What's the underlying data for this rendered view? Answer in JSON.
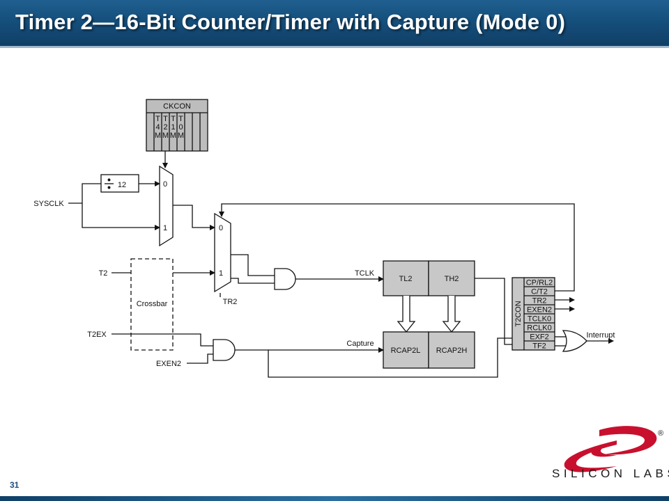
{
  "slide": {
    "title": "Timer 2—16-Bit Counter/Timer with Capture (Mode 0)",
    "page_number": "31"
  },
  "diagram": {
    "ckcon": {
      "title": "CKCON",
      "bits": [
        "T\n4\nM",
        "T\n2\nM",
        "T\n1\nM",
        "T\n0\nM"
      ]
    },
    "divider_label": "12",
    "mux1": {
      "in0": "0",
      "in1": "1"
    },
    "mux2": {
      "in0": "0",
      "in1": "1"
    },
    "inputs": {
      "sysclk": "SYSCLK",
      "t2": "T2",
      "t2ex": "T2EX",
      "exen2": "EXEN2",
      "tr2": "TR2"
    },
    "crossbar_label": "Crossbar",
    "tclk_label": "TCLK",
    "capture_label": "Capture",
    "registers": {
      "tl2": "TL2",
      "th2": "TH2",
      "rcap2l": "RCAP2L",
      "rcap2h": "RCAP2H"
    },
    "t2con": {
      "title": "T2CON",
      "bits": [
        "CP/RL2",
        "C/T2",
        "TR2",
        "EXEN2",
        "TCLK0",
        "RCLK0",
        "EXF2",
        "TF2"
      ]
    },
    "interrupt_label": "Interrupt"
  },
  "logo": {
    "registered_mark": "®",
    "wordmark": "SILICON LABS"
  },
  "colors": {
    "title_bar": "#154f7c",
    "register_fill": "#c8c8c8",
    "logo_red": "#c8102e"
  }
}
